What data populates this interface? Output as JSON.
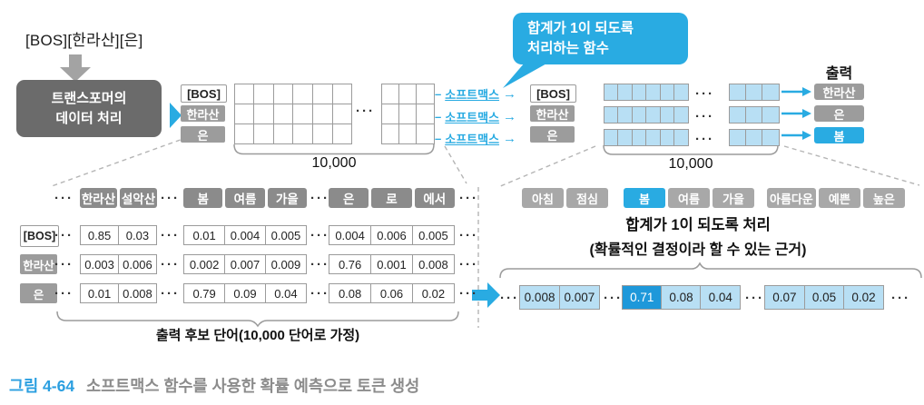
{
  "colors": {
    "blue": "#29abe2",
    "highlight_blue": "#1e98da",
    "light_blue": "#b8dff4",
    "dark_gray": "#6b6b6b",
    "label_gray": "#9c9c9c",
    "header_gray": "#8b8b8b",
    "chip_gray": "#a8a8a8",
    "border_gray": "#9b9b9b",
    "mid_gray": "#a3a3a3",
    "dash_gray": "#b5b5b5",
    "caption_blue": "#2b9fe0",
    "caption_gray": "#8c8c8c"
  },
  "header": {
    "input_sequence": "[BOS][한라산][은]"
  },
  "transformer": {
    "line1": "트랜스포머의",
    "line2": "데이터 처리"
  },
  "tokens": {
    "bos": "[BOS]",
    "hallasan": "한라산",
    "eun": "은",
    "bom": "봄"
  },
  "grid": {
    "size_label": "10,000",
    "ellipsis": "···"
  },
  "softmax": {
    "dash": "–",
    "label": "소프트맥스",
    "arrow": "→"
  },
  "callout": {
    "line1": "합계가 1이 되도록",
    "line2": "처리하는 함수"
  },
  "output": {
    "title": "출력",
    "labels": [
      "한라산",
      "은",
      "봄"
    ]
  },
  "table": {
    "headers": {
      "g1": [
        "한라산",
        "설악산"
      ],
      "g2": [
        "봄",
        "여름",
        "가을"
      ],
      "g3": [
        "은",
        "로",
        "에서"
      ]
    },
    "rows": [
      {
        "label": "[BOS]",
        "g1": [
          "0.85",
          "0.03"
        ],
        "g2": [
          "0.01",
          "0.004",
          "0.005"
        ],
        "g3": [
          "0.004",
          "0.006",
          "0.005"
        ]
      },
      {
        "label": "한라산",
        "g1": [
          "0.003",
          "0.006"
        ],
        "g2": [
          "0.002",
          "0.007",
          "0.009"
        ],
        "g3": [
          "0.76",
          "0.001",
          "0.008"
        ]
      },
      {
        "label": "은",
        "g1": [
          "0.01",
          "0.008"
        ],
        "g2": [
          "0.79",
          "0.09",
          "0.04"
        ],
        "g3": [
          "0.08",
          "0.06",
          "0.02"
        ]
      }
    ],
    "caption": "출력 후보 단어(10,000 단어로 가정)"
  },
  "result": {
    "words": {
      "g1": [
        "아침",
        "점심"
      ],
      "g2": [
        "봄",
        "여름",
        "가을"
      ],
      "g3": [
        "아름다운",
        "예쁜",
        "높은"
      ]
    },
    "note_line1": "합계가 1이 되도록 처리",
    "note_line2": "(확률적인 결정이라 할 수 있는 근거)",
    "values": {
      "g1": [
        "0.008",
        "0.007"
      ],
      "g2": [
        "0.71",
        "0.08",
        "0.04"
      ],
      "g3": [
        "0.07",
        "0.05",
        "0.02"
      ]
    },
    "highlight_word": "봄",
    "highlight_value": "0.71"
  },
  "figure_caption": {
    "number": "그림 4-64",
    "text": "소프트맥스 함수를 사용한 확률 예측으로 토큰 생성"
  }
}
